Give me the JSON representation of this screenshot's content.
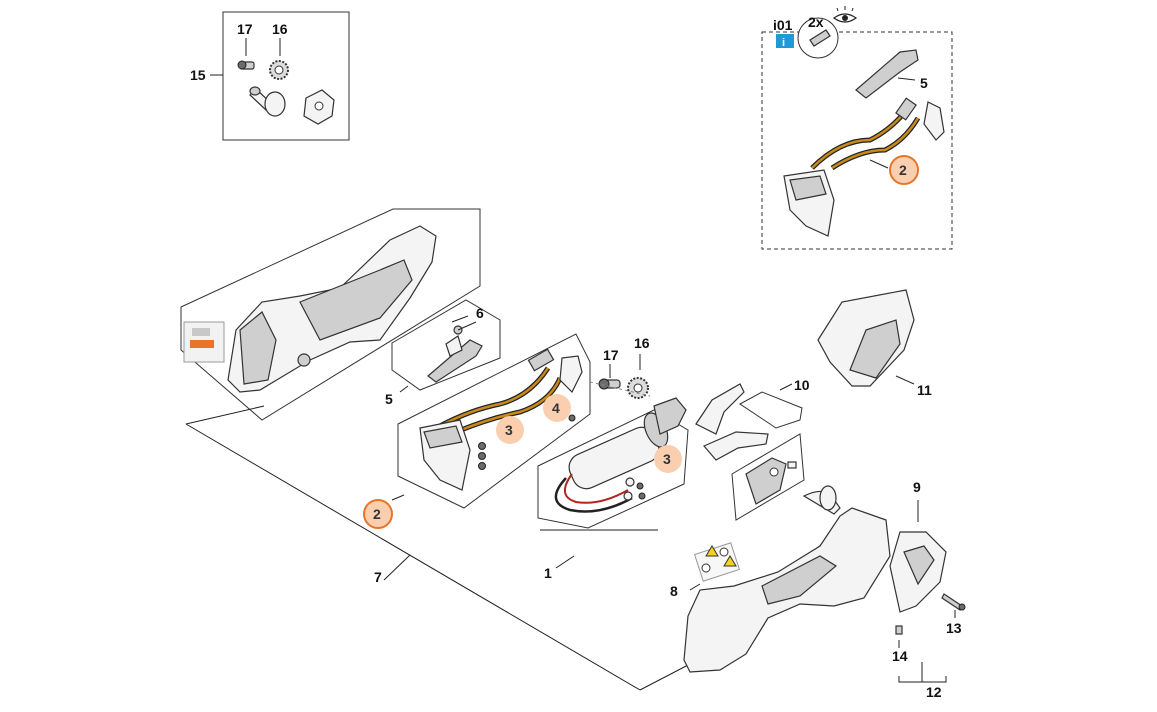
{
  "labels": {
    "l1": "1",
    "l5a": "5",
    "l5b": "5",
    "l6": "6",
    "l7": "7",
    "l8": "8",
    "l9": "9",
    "l10": "10",
    "l11": "11",
    "l12": "12",
    "l13": "13",
    "l14": "14",
    "l15": "15",
    "l16a": "16",
    "l16b": "16",
    "l17a": "17",
    "l17b": "17"
  },
  "highlights": {
    "h2a": "2",
    "h2b": "2",
    "h3a": "3",
    "h3b": "3",
    "h4": "4"
  },
  "info_badge": {
    "code": "i01",
    "info_glyph": "i",
    "count": "2x",
    "eye_icon": "eye-icon"
  },
  "colors": {
    "highlight_fill": "#f9cfb0",
    "highlight_ring": "#e8742a",
    "info_blue": "#1f9ad6",
    "wire_orange": "#c98a1a"
  }
}
